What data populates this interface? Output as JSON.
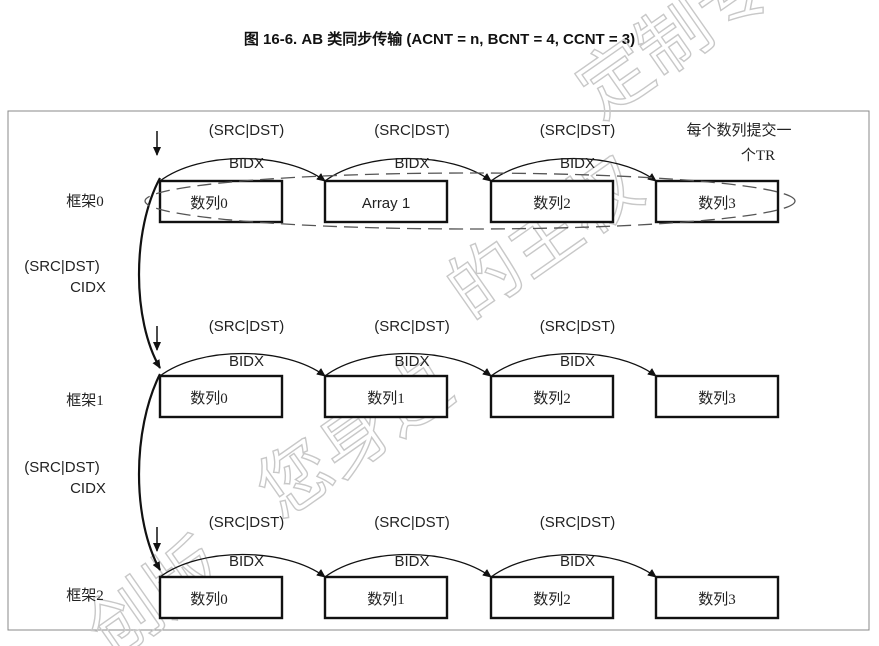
{
  "title": "图 16-6. AB 类同步传输 (ACNT = n, BCNT = 4, CCNT = 3)",
  "arc_top_label": "(SRC|DST)",
  "arc_bottom_label": "BIDX",
  "cidx_line1": "(SRC|DST)",
  "cidx_line2": "CIDX",
  "note_line1": "每个数列提交一",
  "note_line2": "个TR",
  "frames": [
    {
      "label": "框架0",
      "arrays": [
        "数列0",
        "Array 1",
        "数列2",
        "数列3"
      ]
    },
    {
      "label": "框架1",
      "arrays": [
        "数列0",
        "数列1",
        "数列2",
        "数列3"
      ]
    },
    {
      "label": "框架2",
      "arrays": [
        "数列0",
        "数列1",
        "数列2",
        "数列3"
      ]
    }
  ],
  "watermark": [
    "定制专",
    "的主权",
    "您身边",
    "创版"
  ]
}
